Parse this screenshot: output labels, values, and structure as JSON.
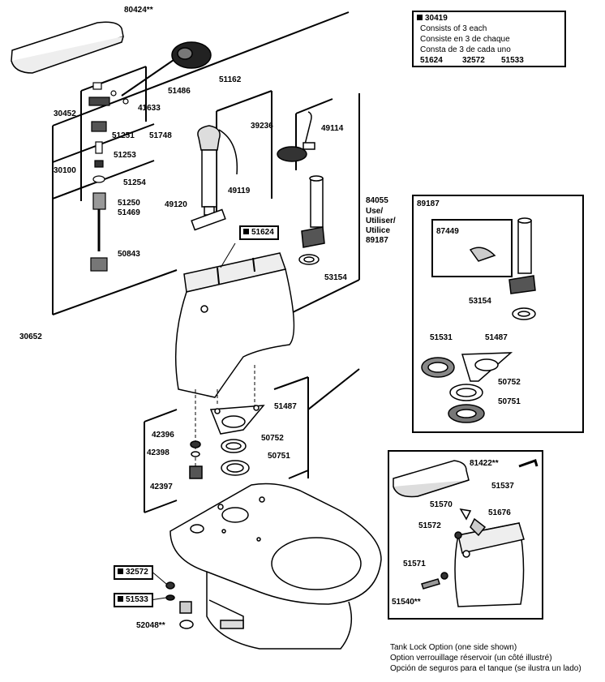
{
  "kit_box": {
    "part": "30419",
    "lines": [
      "Consists of 3 each",
      "Consiste en 3 de chaque",
      "Consta de 3 de cada uno"
    ],
    "parts": [
      "51624",
      "32572",
      "51533"
    ]
  },
  "parts": {
    "p80424": "80424**",
    "p51162": "51162",
    "p51486": "51486",
    "p30452": "30452",
    "p41633": "41633",
    "p51251": "51251",
    "p51748": "51748",
    "p51253": "51253",
    "p30100": "30100",
    "p51254": "51254",
    "p51250": "51250",
    "p51469": "51469",
    "p50843": "50843",
    "p39236": "39236",
    "p49119": "49119",
    "p49120": "49120",
    "p49114": "49114",
    "p84055": "84055",
    "p_use1": "Use/",
    "p_use2": "Utiliser/",
    "p_use3": "Utilice",
    "p89187a": "89187",
    "p53154": "53154",
    "p51624": "51624",
    "p30652": "30652",
    "p51487": "51487",
    "p50752": "50752",
    "p50751": "50751",
    "p42396": "42396",
    "p42398": "42398",
    "p42397": "42397",
    "p32572": "32572",
    "p51533": "51533",
    "p52048": "52048**"
  },
  "detail_89187": {
    "title": "89187",
    "p87449": "87449",
    "p53154": "53154",
    "p51531": "51531",
    "p51487": "51487",
    "p50752": "50752",
    "p50751": "50751"
  },
  "tank_lock": {
    "p81422": "81422**",
    "p51537": "51537",
    "p51570": "51570",
    "p51676": "51676",
    "p51572": "51572",
    "p51571": "51571",
    "p51540": "51540**",
    "caption": [
      "Tank Lock Option (one side shown)",
      "Option verrouillage réservoir (un côté illustré)",
      "Opción de seguros para el tanque (se ilustra un lado)"
    ]
  }
}
